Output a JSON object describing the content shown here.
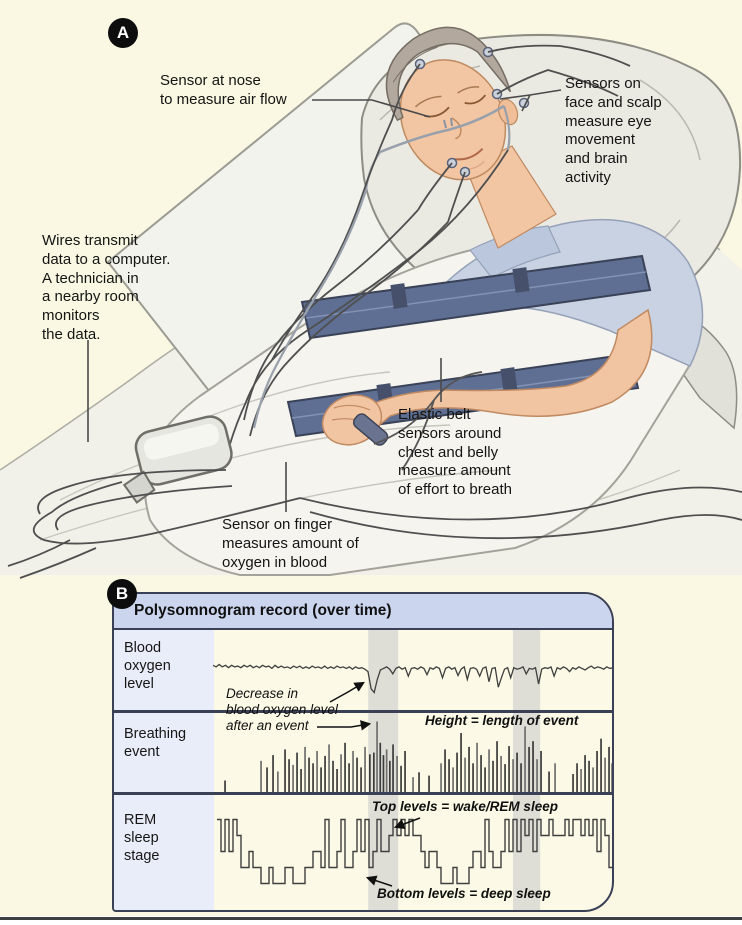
{
  "page": {
    "background": "#FAF8E2",
    "bottom_bar_color": "#3F3F3F"
  },
  "panel_a": {
    "badge": "A",
    "labels": {
      "nose": "Sensor at nose\nto measure air flow",
      "face_scalp": "Sensors on\nface and scalp\nmeasure eye\nmovement\nand brain\nactivity",
      "wires": "Wires transmit\ndata to a computer.\nA technician in\na nearby room\nmonitors\nthe data.",
      "belt": "Elastic belt\nsensors around\nchest and belly\nmeasure amount\nof effort to breath",
      "finger": "Sensor on finger\nmeasures amount of\noxygen in blood"
    }
  },
  "panel_b": {
    "badge": "B",
    "title": "Polysomnogram record (over time)",
    "row_labels": [
      "Blood\noxygen\nlevel",
      "Breathing\nevent",
      "REM\nsleep\nstage"
    ],
    "annotations": {
      "decrease": "Decrease in\nblood oxygen level\nafter an event",
      "height": "Height = length of event",
      "top": "Top levels = wake/REM sleep",
      "bottom": "Bottom levels = deep sleep"
    },
    "colors": {
      "header_bg": "#CBD5EE",
      "label_bg": "#E9EDF9",
      "border": "#3A4156",
      "chart_bg": "#FCFAE6",
      "event_band": "#D8D8D2",
      "trace": "#3F3F3F"
    }
  },
  "chart_data": {
    "event_bands_x_percent": [
      [
        38.8,
        46.3
      ],
      [
        75.0,
        81.8
      ]
    ],
    "charts": [
      {
        "type": "line",
        "name": "Blood oxygen level",
        "values_note": "vertical position as % of row height from top; larger = deeper oxygen dip",
        "values": [
          44,
          46,
          43,
          46,
          44,
          47,
          44,
          46,
          45,
          47,
          44,
          46,
          44,
          47,
          45,
          47,
          44,
          46,
          45,
          48,
          44,
          47,
          45,
          47,
          46,
          48,
          45,
          47,
          45,
          48,
          46,
          48,
          45,
          47,
          46,
          48,
          45,
          48,
          46,
          48,
          45,
          47,
          46,
          48,
          46,
          49,
          46,
          48,
          47,
          49,
          52,
          74,
          79,
          62,
          50,
          48,
          46,
          49,
          55,
          48,
          46,
          49,
          47,
          58,
          48,
          47,
          49,
          46,
          48,
          56,
          47,
          49,
          46,
          48,
          60,
          48,
          46,
          49,
          47,
          57,
          49,
          46,
          62,
          48,
          47,
          49,
          58,
          48,
          46,
          65,
          48,
          47,
          72,
          60,
          49,
          47,
          60,
          47,
          49,
          48,
          46,
          55,
          48,
          49,
          47,
          68,
          49,
          47,
          48,
          46,
          58,
          47,
          49,
          46,
          48,
          52,
          47,
          49,
          46,
          48,
          50,
          47,
          45,
          48,
          46,
          47,
          49,
          46,
          48,
          47
        ]
      },
      {
        "type": "bar",
        "name": "Breathing event",
        "bars_note": "pairs of [x % across record, bar height % of row]; height = length of event",
        "bars": [
          [
            3,
            14
          ],
          [
            12,
            38
          ],
          [
            13.5,
            30
          ],
          [
            15,
            45
          ],
          [
            16.2,
            25
          ],
          [
            18,
            52
          ],
          [
            19,
            40
          ],
          [
            20,
            33
          ],
          [
            21,
            48
          ],
          [
            22,
            28
          ],
          [
            23,
            55
          ],
          [
            24,
            42
          ],
          [
            25,
            35
          ],
          [
            26,
            50
          ],
          [
            27,
            30
          ],
          [
            28,
            44
          ],
          [
            29,
            58
          ],
          [
            30,
            38
          ],
          [
            31,
            28
          ],
          [
            32,
            46
          ],
          [
            33,
            60
          ],
          [
            34,
            35
          ],
          [
            35,
            50
          ],
          [
            36,
            42
          ],
          [
            37,
            30
          ],
          [
            38,
            55
          ],
          [
            39.2,
            46
          ],
          [
            40.2,
            48
          ],
          [
            41,
            86
          ],
          [
            41.8,
            60
          ],
          [
            42.6,
            45
          ],
          [
            43.4,
            52
          ],
          [
            44.2,
            38
          ],
          [
            45,
            58
          ],
          [
            46,
            44
          ],
          [
            47,
            32
          ],
          [
            48,
            50
          ],
          [
            50,
            18
          ],
          [
            51.5,
            24
          ],
          [
            54,
            20
          ],
          [
            57,
            35
          ],
          [
            58,
            52
          ],
          [
            59,
            40
          ],
          [
            60,
            30
          ],
          [
            61,
            48
          ],
          [
            62,
            72
          ],
          [
            63,
            42
          ],
          [
            64,
            55
          ],
          [
            65,
            35
          ],
          [
            66,
            60
          ],
          [
            67,
            45
          ],
          [
            68,
            30
          ],
          [
            69,
            52
          ],
          [
            70,
            38
          ],
          [
            71,
            62
          ],
          [
            72,
            44
          ],
          [
            73,
            34
          ],
          [
            74,
            56
          ],
          [
            75,
            40
          ],
          [
            76,
            48
          ],
          [
            77,
            35
          ],
          [
            78,
            80
          ],
          [
            79,
            55
          ],
          [
            80,
            62
          ],
          [
            81,
            40
          ],
          [
            82,
            50
          ],
          [
            84,
            25
          ],
          [
            85.5,
            35
          ],
          [
            90,
            22
          ],
          [
            91,
            35
          ],
          [
            92,
            28
          ],
          [
            93,
            45
          ],
          [
            94,
            38
          ],
          [
            95,
            30
          ],
          [
            96,
            50
          ],
          [
            97,
            65
          ],
          [
            98,
            42
          ],
          [
            99,
            55
          ],
          [
            99.8,
            35
          ]
        ]
      },
      {
        "type": "step",
        "name": "REM sleep stage",
        "levels_note": "0 = wake/REM (top levels), 4 = deep sleep (bottom levels)",
        "steps": [
          [
            1,
            0
          ],
          [
            2,
            2
          ],
          [
            3,
            0
          ],
          [
            4,
            2
          ],
          [
            5,
            0
          ],
          [
            6,
            1
          ],
          [
            7,
            3
          ],
          [
            9,
            2
          ],
          [
            10,
            3
          ],
          [
            12,
            4
          ],
          [
            14,
            3
          ],
          [
            15,
            4
          ],
          [
            18,
            3
          ],
          [
            20,
            4
          ],
          [
            23,
            3
          ],
          [
            25,
            2
          ],
          [
            27,
            3
          ],
          [
            28,
            0
          ],
          [
            29,
            3
          ],
          [
            31,
            2
          ],
          [
            32,
            0
          ],
          [
            33,
            3
          ],
          [
            35,
            2
          ],
          [
            36,
            0
          ],
          [
            37,
            2
          ],
          [
            38,
            0
          ],
          [
            39,
            3
          ],
          [
            40,
            2
          ],
          [
            41,
            0
          ],
          [
            42,
            2
          ],
          [
            44,
            1
          ],
          [
            45,
            0
          ],
          [
            46,
            1
          ],
          [
            47,
            0
          ],
          [
            48,
            1
          ],
          [
            49,
            0
          ],
          [
            50,
            1
          ],
          [
            52,
            2
          ],
          [
            53,
            3
          ],
          [
            54,
            2
          ],
          [
            56,
            3
          ],
          [
            57,
            4
          ],
          [
            60,
            3
          ],
          [
            61,
            4
          ],
          [
            64,
            3
          ],
          [
            65,
            2
          ],
          [
            67,
            3
          ],
          [
            68,
            0
          ],
          [
            69,
            2
          ],
          [
            70,
            3
          ],
          [
            72,
            2
          ],
          [
            73,
            0
          ],
          [
            74,
            2
          ],
          [
            75,
            0
          ],
          [
            76,
            2
          ],
          [
            77,
            0
          ],
          [
            78,
            1
          ],
          [
            79,
            0
          ],
          [
            80,
            2
          ],
          [
            81,
            0
          ],
          [
            82,
            1
          ],
          [
            84,
            0
          ],
          [
            85,
            1
          ],
          [
            88,
            0
          ],
          [
            89,
            1
          ],
          [
            90,
            0
          ],
          [
            92,
            1
          ],
          [
            93,
            0
          ],
          [
            94,
            1
          ],
          [
            95,
            0
          ],
          [
            96,
            2
          ],
          [
            97,
            0
          ],
          [
            98,
            1
          ],
          [
            99,
            3
          ]
        ]
      }
    ]
  }
}
